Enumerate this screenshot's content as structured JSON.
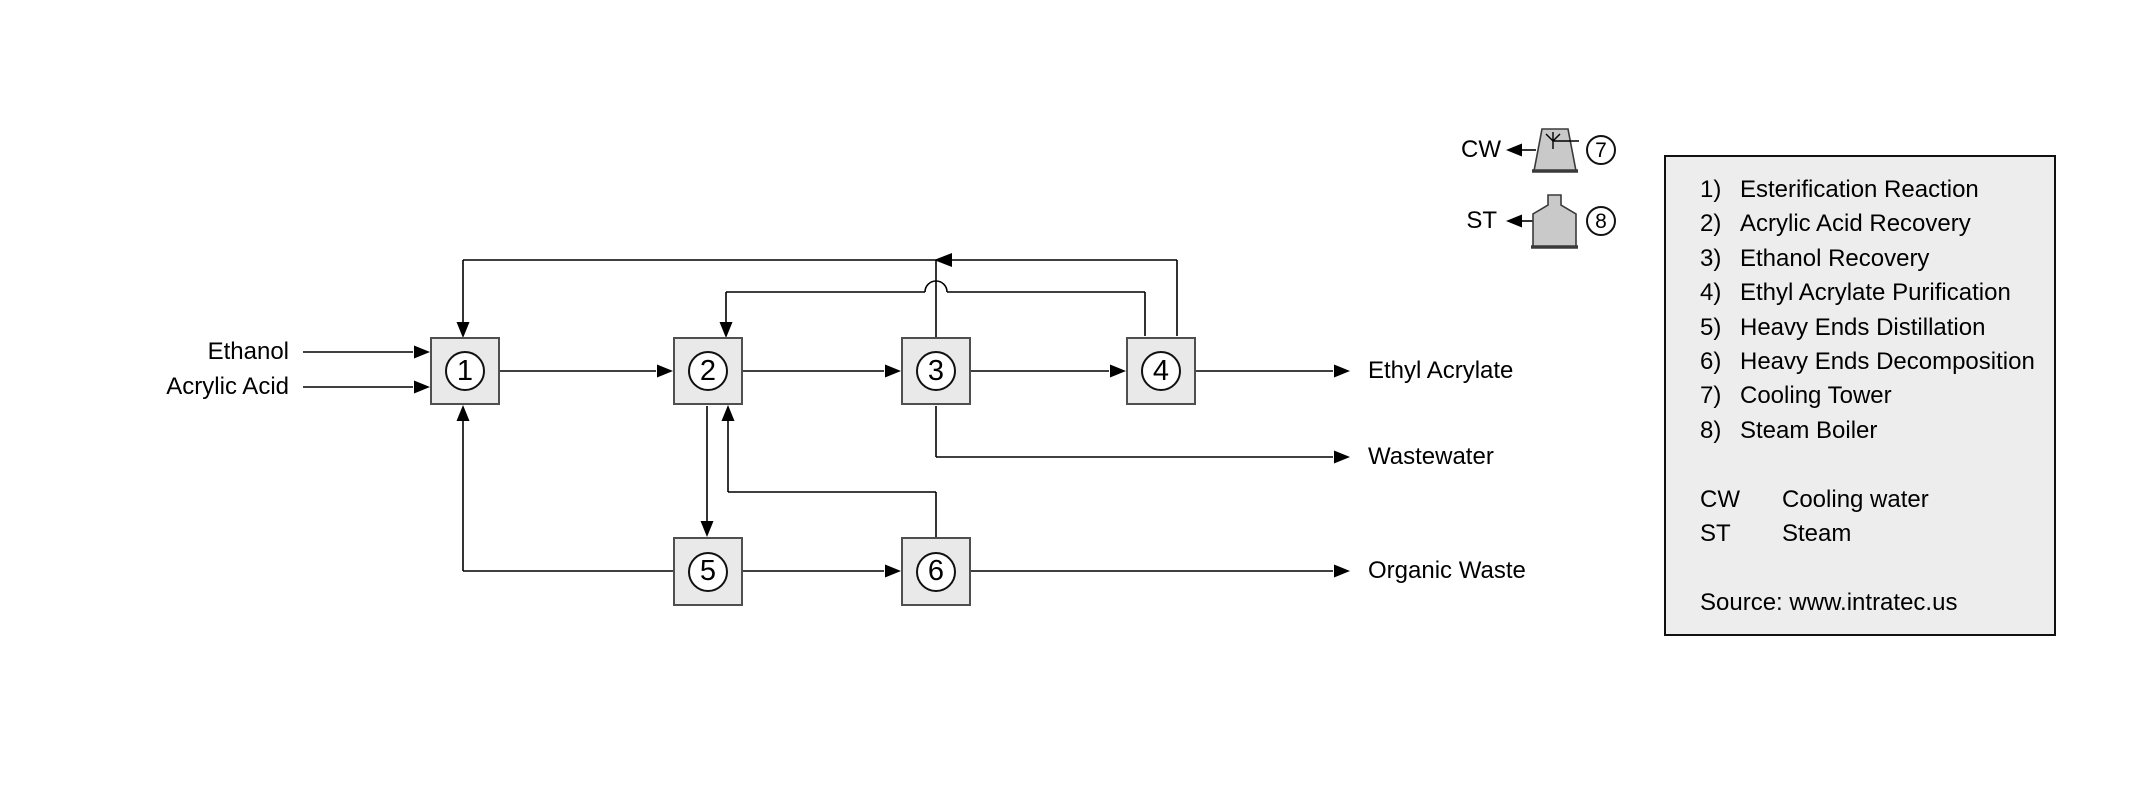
{
  "diagram": {
    "feeds": [
      {
        "label": "Ethanol"
      },
      {
        "label": "Acrylic Acid"
      }
    ],
    "products": [
      {
        "label": "Ethyl Acrylate"
      },
      {
        "label": "Wastewater"
      },
      {
        "label": "Organic Waste"
      }
    ],
    "units": [
      {
        "num": "1"
      },
      {
        "num": "2"
      },
      {
        "num": "3"
      },
      {
        "num": "4"
      },
      {
        "num": "5"
      },
      {
        "num": "6"
      }
    ],
    "utilities": [
      {
        "code": "CW",
        "num": "7"
      },
      {
        "code": "ST",
        "num": "8"
      }
    ]
  },
  "legend": {
    "items": [
      {
        "num": "1)",
        "label": "Esterification Reaction"
      },
      {
        "num": "2)",
        "label": "Acrylic Acid Recovery"
      },
      {
        "num": "3)",
        "label": "Ethanol Recovery"
      },
      {
        "num": "4)",
        "label": "Ethyl Acrylate Purification"
      },
      {
        "num": "5)",
        "label": "Heavy Ends Distillation"
      },
      {
        "num": "6)",
        "label": "Heavy Ends Decomposition"
      },
      {
        "num": "7)",
        "label": "Cooling Tower"
      },
      {
        "num": "8)",
        "label": "Steam Boiler"
      }
    ],
    "abbreviations": [
      {
        "code": "CW",
        "label": "Cooling water"
      },
      {
        "code": "ST",
        "label": "Steam"
      }
    ],
    "source": "Source: www.intratec.us"
  },
  "colors": {
    "block_fill": "#e9e9e9",
    "block_border": "#4f4f4f",
    "legend_fill": "#ededed",
    "icon_fill": "#c9c9c9",
    "line": "#000000",
    "background": "#ffffff"
  }
}
